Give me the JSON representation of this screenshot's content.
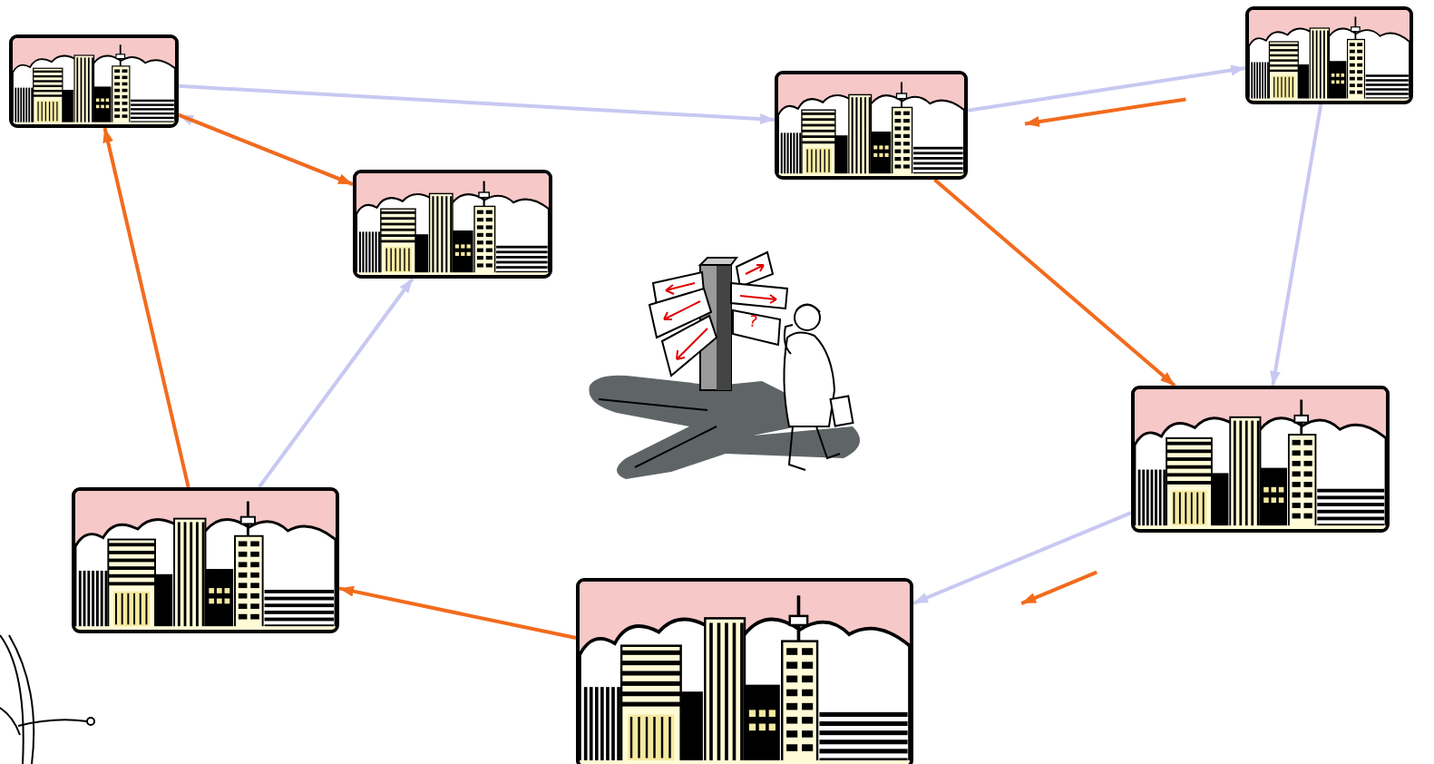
{
  "diagram": {
    "nodes": [
      {
        "text": []
      },
      {
        "text": []
      },
      {
        "text": []
      },
      {
        "text": []
      },
      {
        "text": []
      },
      {
        "text": []
      },
      {
        "text": []
      }
    ],
    "edges": [
      {
        "from": 0,
        "to": 2,
        "arrow": "to"
      },
      {
        "from": 1,
        "to": 0,
        "arrow": "to"
      },
      {
        "from": 6,
        "to": 1,
        "arrow": "to"
      },
      {
        "from": 2,
        "to": 3,
        "arrow": "to"
      },
      {
        "from": 3,
        "to": 4,
        "arrow": "to"
      },
      {
        "from": 4,
        "to": 5,
        "arrow": "to"
      },
      {
        "from": 0,
        "to": 1,
        "arrow": "to"
      },
      {
        "from": 3,
        "to": 2,
        "arrow": "to"
      },
      {
        "from": 2,
        "to": 4,
        "arrow": "to"
      },
      {
        "from": 4,
        "to": 5,
        "arrow": "to"
      },
      {
        "from": 5,
        "to": 6,
        "arrow": "to"
      },
      {
        "from": 6,
        "to": 0,
        "arrow": "to"
      }
    ],
    "labels": [
      "?"
    ]
  }
}
